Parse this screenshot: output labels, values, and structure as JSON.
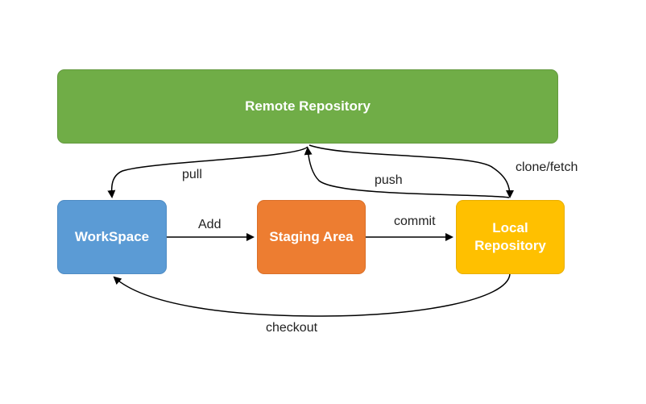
{
  "nodes": {
    "remote": "Remote Repository",
    "workspace": "WorkSpace",
    "staging": "Staging Area",
    "local": "Local\nRepository"
  },
  "edges": {
    "pull": "pull",
    "add": "Add",
    "commit": "commit",
    "push": "push",
    "clone_fetch": "clone/fetch",
    "checkout": "checkout"
  },
  "colors": {
    "remote": "#70AD47",
    "workspace": "#5B9BD5",
    "staging": "#ED7D31",
    "local": "#FFC000",
    "arrow": "#000000"
  }
}
